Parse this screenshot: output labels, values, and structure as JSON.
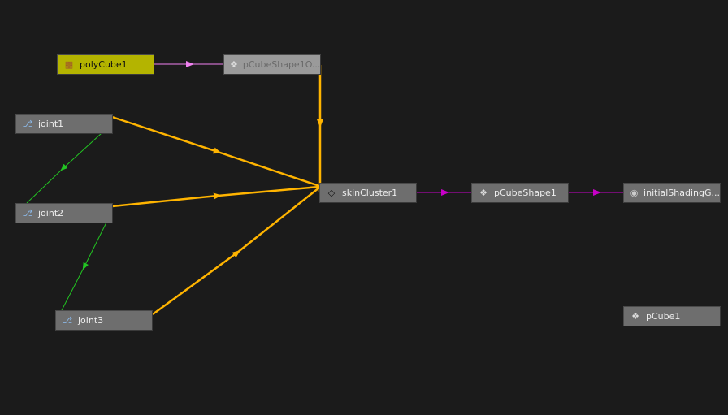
{
  "nodes": {
    "polyCube1": "polyCube1",
    "pCubeShape1Orig": "pCubeShape1O...",
    "joint1": "joint1",
    "joint2": "joint2",
    "joint3": "joint3",
    "skinCluster1": "skinCluster1",
    "pCubeShape1": "pCubeShape1",
    "initialShadingGroup": "initialShadingG...",
    "pCube1": "pCube1"
  },
  "colors": {
    "background": "#1b1b1b",
    "node": "#6e6e6e",
    "selected_node": "#b4b400",
    "skin_edge": "#ffb400",
    "joint_edge": "#22c422",
    "shape_edge": "#c800c8",
    "mesh_edge": "#f080f0"
  }
}
